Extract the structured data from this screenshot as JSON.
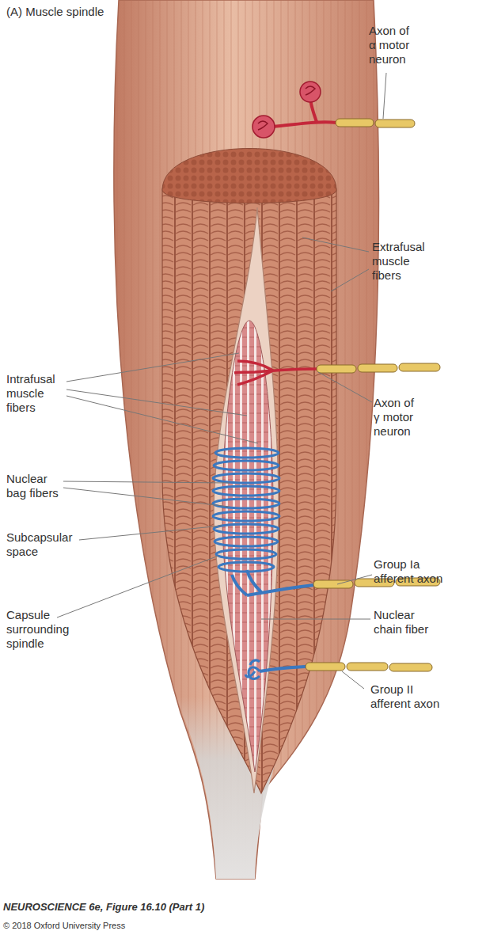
{
  "diagram": {
    "title": "(A) Muscle spindle",
    "caption": "NEUROSCIENCE 6e, Figure 16.10 (Part 1)",
    "labels": [
      "Axon of α motor neuron",
      "Extrafusal muscle fibers",
      "Intrafusal muscle fibers",
      "Axon of γ motor neuron",
      "Nuclear bag fibers",
      "Subcapsular space",
      "Group Ia afferent axon",
      "Nuclear chain fiber",
      "Capsule surrounding spindle",
      "Group II afferent axon",
      "© 2018 Oxford University Press"
    ]
  }
}
